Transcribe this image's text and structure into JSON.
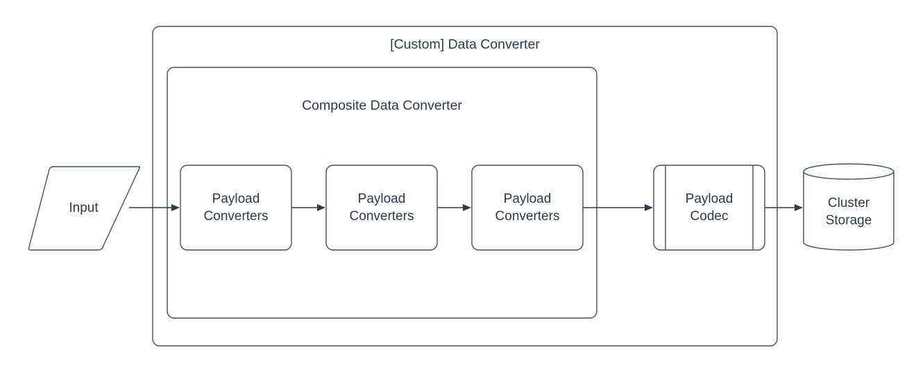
{
  "diagram": {
    "type": "flowchart",
    "background_color": "#ffffff",
    "stroke_color": "#41505c",
    "text_color": "#2f3a46",
    "containers": [
      {
        "id": "custom-data-converter",
        "label": "[Custom] Data Converter",
        "shape": "rounded-rectangle",
        "label_position": "top-center"
      },
      {
        "id": "composite-data-converter",
        "label": "Composite Data Converter",
        "shape": "rounded-rectangle",
        "label_position": "top-center"
      }
    ],
    "nodes": [
      {
        "id": "input",
        "label": "Input",
        "shape": "parallelogram"
      },
      {
        "id": "payload-converters-1",
        "label": "Payload\nConverters",
        "line1": "Payload",
        "line2": "Converters",
        "shape": "rounded-rectangle"
      },
      {
        "id": "payload-converters-2",
        "label": "Payload\nConverters",
        "line1": "Payload",
        "line2": "Converters",
        "shape": "rounded-rectangle"
      },
      {
        "id": "payload-converters-3",
        "label": "Payload\nConverters",
        "line1": "Payload",
        "line2": "Converters",
        "shape": "rounded-rectangle"
      },
      {
        "id": "payload-codec",
        "label": "Payload\nCodec",
        "line1": "Payload",
        "line2": "Codec",
        "shape": "process"
      },
      {
        "id": "cluster-storage",
        "label": "Cluster\nStorage",
        "line1": "Cluster",
        "line2": "Storage",
        "shape": "cylinder"
      }
    ],
    "edges": [
      {
        "from": "input",
        "to": "payload-converters-1",
        "style": "arrow"
      },
      {
        "from": "payload-converters-1",
        "to": "payload-converters-2",
        "style": "arrow"
      },
      {
        "from": "payload-converters-2",
        "to": "payload-converters-3",
        "style": "arrow"
      },
      {
        "from": "payload-converters-3",
        "to": "payload-codec",
        "style": "arrow"
      },
      {
        "from": "payload-codec",
        "to": "cluster-storage",
        "style": "arrow"
      }
    ]
  }
}
